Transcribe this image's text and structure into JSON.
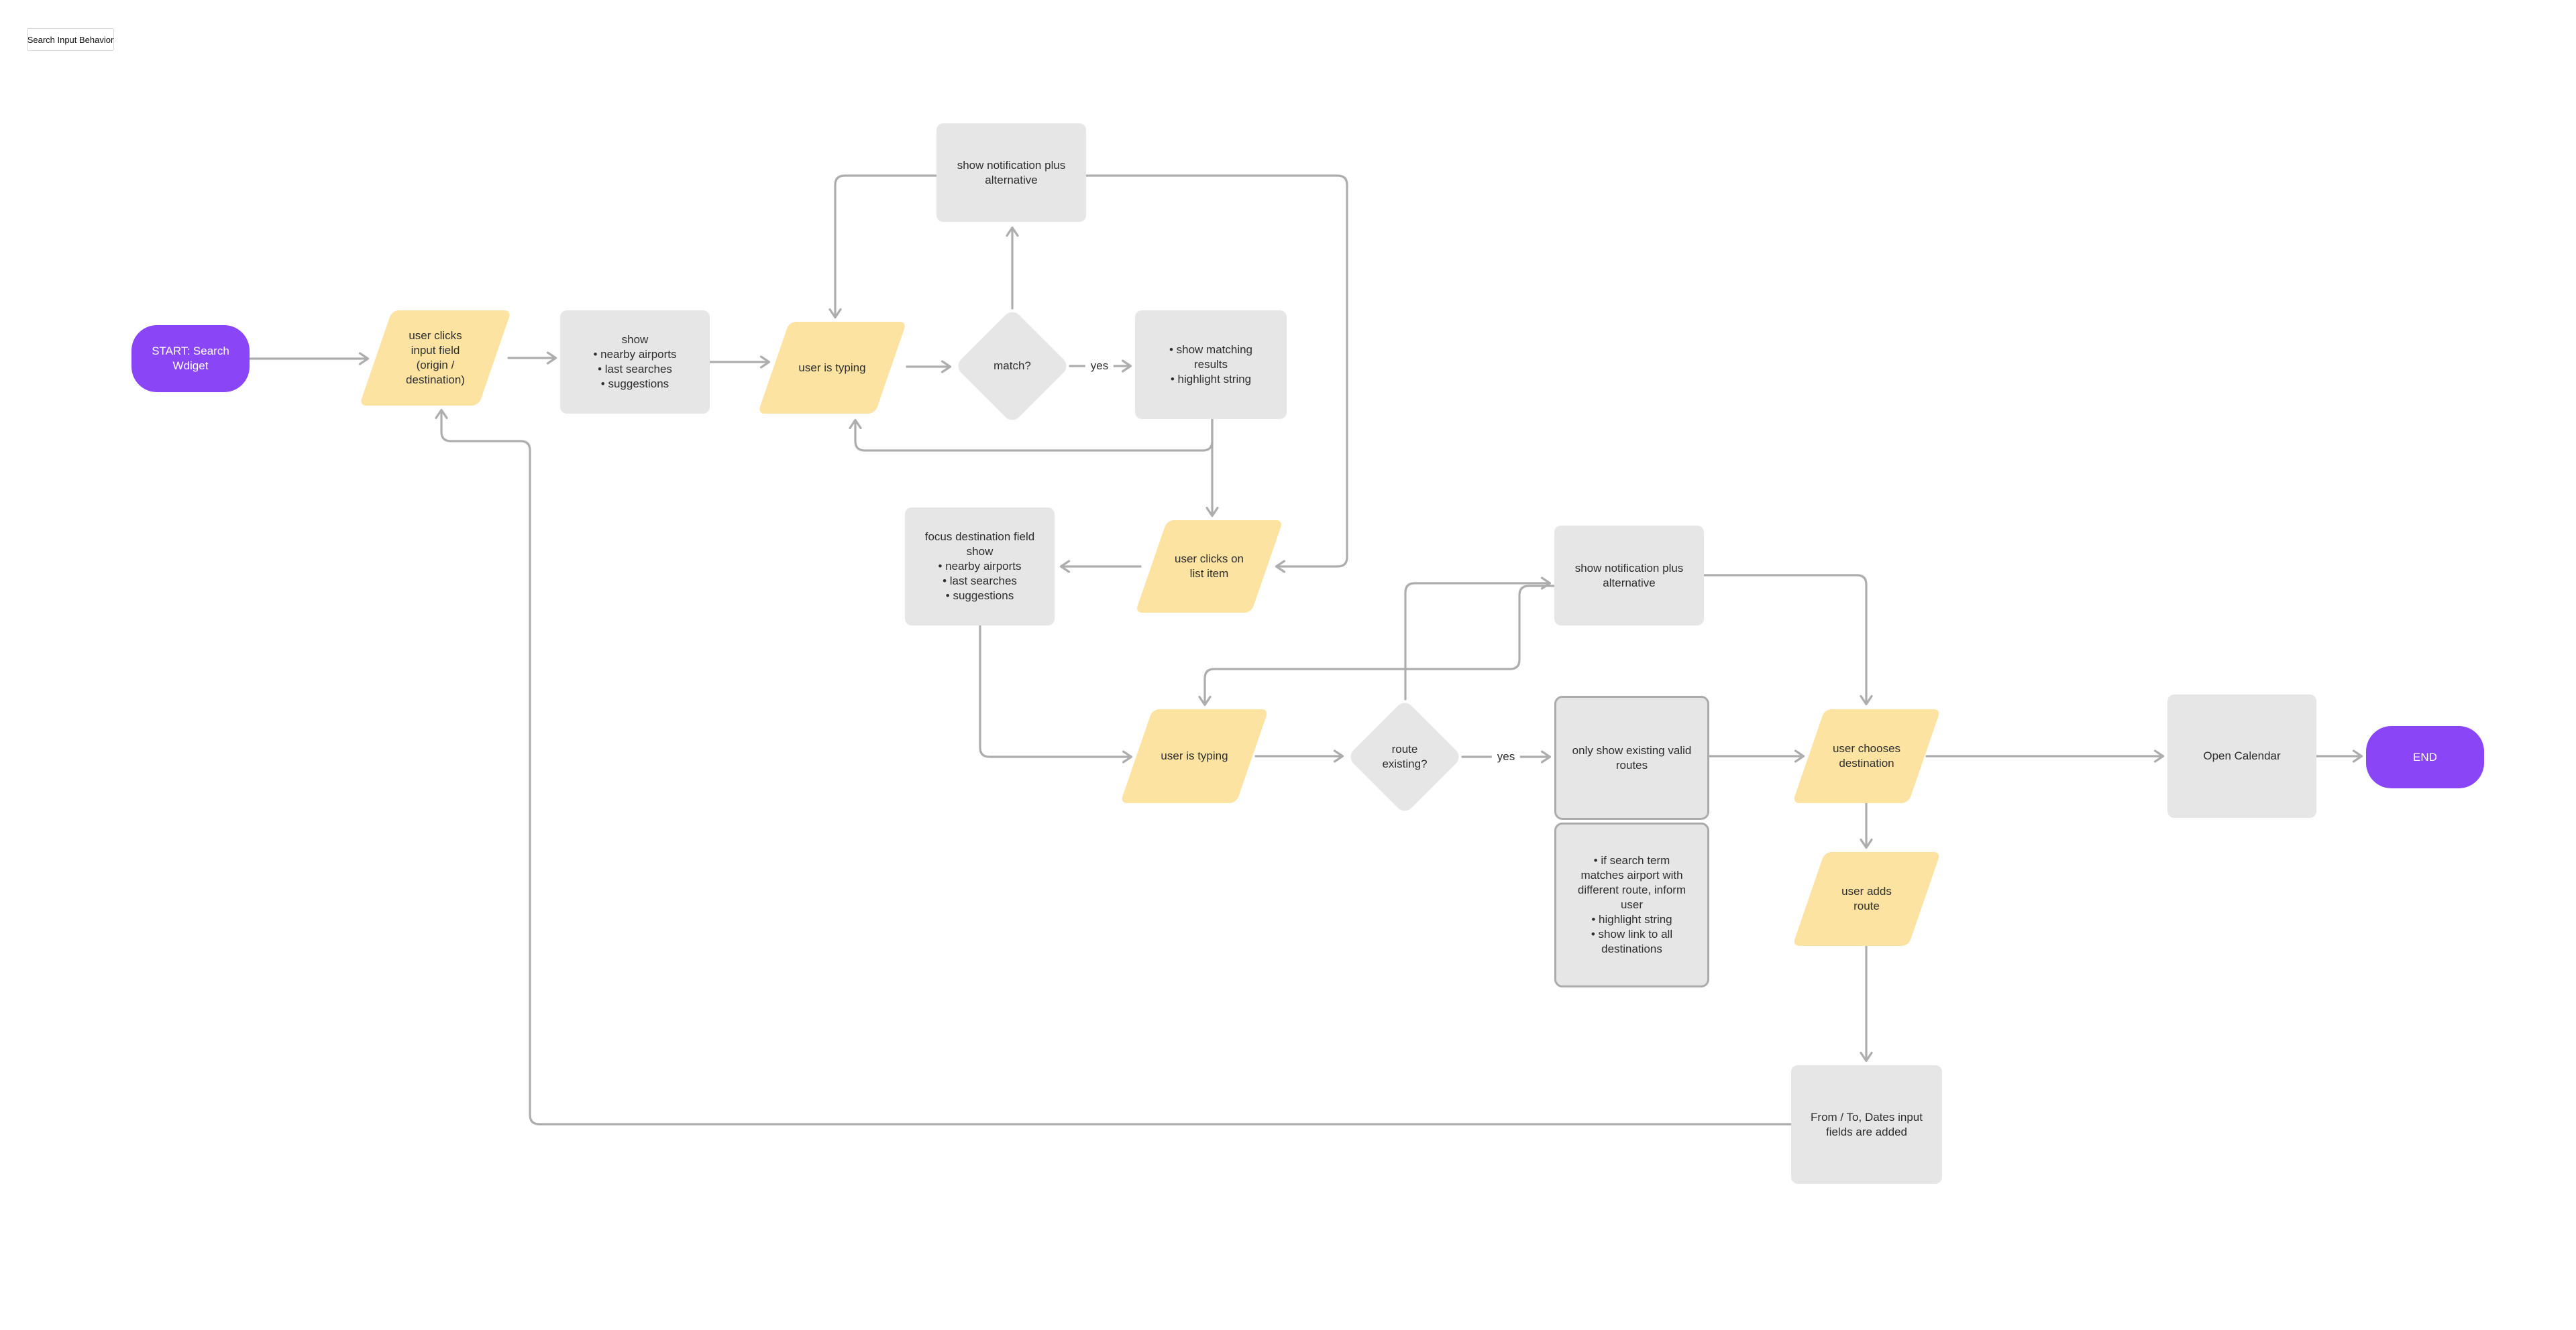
{
  "canvas": {
    "title_chip": "Search Input Behavior"
  },
  "colors": {
    "shape_yellow": "#FCE3A2",
    "shape_gray": "#E6E6E6",
    "shape_gray_border": "#ABABAB",
    "terminal_purple": "#8A45F6",
    "connector_gray": "#ADADAD",
    "text": "#2E2E2E"
  },
  "nodes": {
    "start": {
      "label": "START: Search\nWdiget"
    },
    "p1": {
      "label": "user clicks\ninput field\n(origin /\ndestination)"
    },
    "show1": {
      "label": "show\n• nearby airports\n• last searches\n• suggestions"
    },
    "p2": {
      "label": "user is typing"
    },
    "d1": {
      "label": "match?"
    },
    "match_results": {
      "label": "• show matching\nresults\n• highlight string"
    },
    "notif1": {
      "label": "show notification plus\nalternative"
    },
    "focus": {
      "label": "focus destination field\nshow\n• nearby airports\n• last searches\n• suggestions"
    },
    "p3": {
      "label": "user clicks on\nlist item"
    },
    "notif2": {
      "label": "show notification plus\nalternative"
    },
    "p4": {
      "label": "user is typing"
    },
    "d2": {
      "label": "route\nexisting?"
    },
    "routes": {
      "label": "only show existing valid\nroutes"
    },
    "note": {
      "label": "• if search term\nmatches airport with\ndifferent route, inform\nuser\n• highlight string\n• show link to all\ndestinations"
    },
    "p5": {
      "label": "user chooses\ndestination"
    },
    "cal": {
      "label": "Open Calendar"
    },
    "end": {
      "label": "END"
    },
    "p6": {
      "label": "user adds\nroute"
    },
    "fields": {
      "label": "From / To, Dates input\nfields are added"
    }
  },
  "edge_labels": {
    "match_yes": "yes",
    "route_yes": "yes"
  }
}
